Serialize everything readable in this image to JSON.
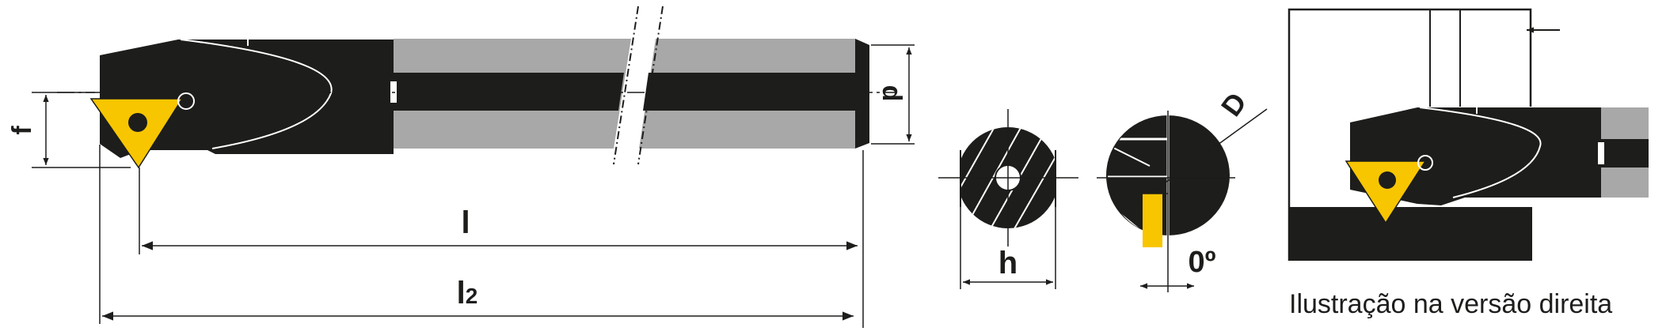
{
  "labels": {
    "f": "f",
    "d": "d",
    "l": "l",
    "l2_main": "l",
    "l2_sub": "2",
    "h": "h",
    "D": "D",
    "angle": "0º"
  },
  "caption": "Ilustração na versão direita",
  "colors": {
    "body": "#1d1d1b",
    "shank": "#a8a8a8",
    "insert": "#f7c600",
    "line": "#1d1d1b"
  },
  "icons": {
    "direction_arrow": "arrow-left-icon"
  }
}
